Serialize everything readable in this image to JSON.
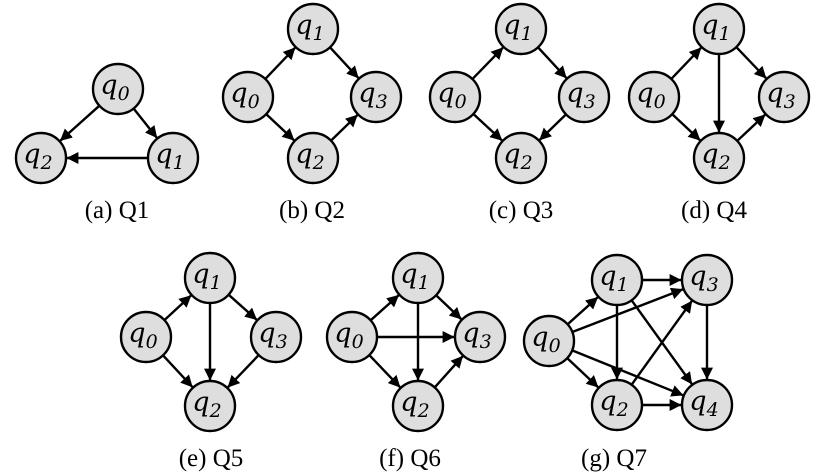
{
  "colors": {
    "node_fill": "#dedede",
    "stroke": "#000000",
    "background": "#ffffff"
  },
  "subfigures": [
    {
      "caption": "(a) Q1",
      "nodes": [
        {
          "id": "q0",
          "base": "q",
          "sub": "0"
        },
        {
          "id": "q1",
          "base": "q",
          "sub": "1"
        },
        {
          "id": "q2",
          "base": "q",
          "sub": "2"
        }
      ],
      "edges": [
        [
          "q0",
          "q2"
        ],
        [
          "q0",
          "q1"
        ],
        [
          "q1",
          "q2"
        ]
      ]
    },
    {
      "caption": "(b) Q2",
      "nodes": [
        {
          "id": "q0",
          "base": "q",
          "sub": "0"
        },
        {
          "id": "q1",
          "base": "q",
          "sub": "1"
        },
        {
          "id": "q2",
          "base": "q",
          "sub": "2"
        },
        {
          "id": "q3",
          "base": "q",
          "sub": "3"
        }
      ],
      "edges": [
        [
          "q0",
          "q1"
        ],
        [
          "q0",
          "q2"
        ],
        [
          "q1",
          "q3"
        ],
        [
          "q2",
          "q3"
        ]
      ]
    },
    {
      "caption": "(c) Q3",
      "nodes": [
        {
          "id": "q0",
          "base": "q",
          "sub": "0"
        },
        {
          "id": "q1",
          "base": "q",
          "sub": "1"
        },
        {
          "id": "q2",
          "base": "q",
          "sub": "2"
        },
        {
          "id": "q3",
          "base": "q",
          "sub": "3"
        }
      ],
      "edges": [
        [
          "q0",
          "q1"
        ],
        [
          "q0",
          "q2"
        ],
        [
          "q1",
          "q3"
        ],
        [
          "q3",
          "q2"
        ]
      ]
    },
    {
      "caption": "(d) Q4",
      "nodes": [
        {
          "id": "q0",
          "base": "q",
          "sub": "0"
        },
        {
          "id": "q1",
          "base": "q",
          "sub": "1"
        },
        {
          "id": "q2",
          "base": "q",
          "sub": "2"
        },
        {
          "id": "q3",
          "base": "q",
          "sub": "3"
        }
      ],
      "edges": [
        [
          "q0",
          "q1"
        ],
        [
          "q0",
          "q2"
        ],
        [
          "q1",
          "q3"
        ],
        [
          "q1",
          "q2"
        ],
        [
          "q2",
          "q3"
        ]
      ]
    },
    {
      "caption": "(e) Q5",
      "nodes": [
        {
          "id": "q0",
          "base": "q",
          "sub": "0"
        },
        {
          "id": "q1",
          "base": "q",
          "sub": "1"
        },
        {
          "id": "q2",
          "base": "q",
          "sub": "2"
        },
        {
          "id": "q3",
          "base": "q",
          "sub": "3"
        }
      ],
      "edges": [
        [
          "q0",
          "q1"
        ],
        [
          "q0",
          "q2"
        ],
        [
          "q1",
          "q3"
        ],
        [
          "q1",
          "q2"
        ],
        [
          "q3",
          "q2"
        ]
      ]
    },
    {
      "caption": "(f) Q6",
      "nodes": [
        {
          "id": "q0",
          "base": "q",
          "sub": "0"
        },
        {
          "id": "q1",
          "base": "q",
          "sub": "1"
        },
        {
          "id": "q2",
          "base": "q",
          "sub": "2"
        },
        {
          "id": "q3",
          "base": "q",
          "sub": "3"
        }
      ],
      "edges": [
        [
          "q0",
          "q1"
        ],
        [
          "q0",
          "q2"
        ],
        [
          "q0",
          "q3"
        ],
        [
          "q1",
          "q3"
        ],
        [
          "q1",
          "q2"
        ],
        [
          "q2",
          "q3"
        ]
      ]
    },
    {
      "caption": "(g) Q7",
      "nodes": [
        {
          "id": "q0",
          "base": "q",
          "sub": "0"
        },
        {
          "id": "q1",
          "base": "q",
          "sub": "1"
        },
        {
          "id": "q2",
          "base": "q",
          "sub": "2"
        },
        {
          "id": "q3",
          "base": "q",
          "sub": "3"
        },
        {
          "id": "q4",
          "base": "q",
          "sub": "4"
        }
      ],
      "edges": [
        [
          "q0",
          "q1"
        ],
        [
          "q0",
          "q2"
        ],
        [
          "q0",
          "q3"
        ],
        [
          "q0",
          "q4"
        ],
        [
          "q1",
          "q3"
        ],
        [
          "q1",
          "q2"
        ],
        [
          "q1",
          "q4"
        ],
        [
          "q2",
          "q3"
        ],
        [
          "q2",
          "q4"
        ],
        [
          "q3",
          "q4"
        ]
      ]
    }
  ]
}
